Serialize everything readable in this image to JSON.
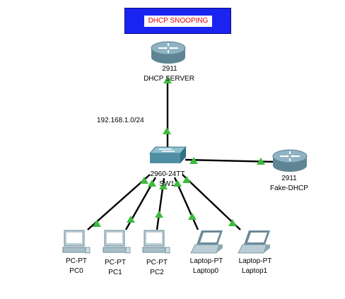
{
  "title": "DHCP SNOOPING",
  "network_label": "192.168.1.0/24",
  "devices": {
    "dhcp_server": {
      "model": "2911",
      "name": "DHCP SERVER"
    },
    "fake_dhcp": {
      "model": "2911",
      "name": "Fake-DHCP"
    },
    "switch": {
      "model": "2960-24TT",
      "name": "SW1"
    },
    "pc0": {
      "model": "PC-PT",
      "name": "PC0"
    },
    "pc1": {
      "model": "PC-PT",
      "name": "PC1"
    },
    "pc2": {
      "model": "PC-PT",
      "name": "PC2"
    },
    "laptop0": {
      "model": "Laptop-PT",
      "name": "Laptop0"
    },
    "laptop1": {
      "model": "Laptop-PT",
      "name": "Laptop1"
    }
  },
  "colors": {
    "title_background": "#1a24f0",
    "title_text": "#e00000",
    "link": "#000000",
    "link_status_up": "#3dbb3d",
    "router_body": "#7fa3b3",
    "switch_body": "#4f8ea3"
  }
}
